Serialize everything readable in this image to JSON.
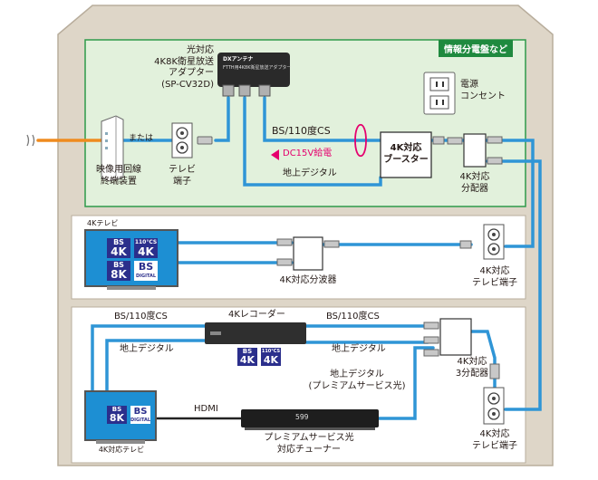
{
  "panel_tag": "情報分電盤など",
  "adapter": {
    "label_lines": [
      "光対応",
      "4K8K衛星放送",
      "アダプター",
      "(SP-CV32D)"
    ],
    "device_brand": "DXアンテナ",
    "device_text": "FTTH用4K8K衛星放送アダプター"
  },
  "outlet_label_lines": [
    "電源",
    "コンセント"
  ],
  "onu_label_lines": [
    "映像用回線",
    "終端装置"
  ],
  "or_text": "または",
  "tv_port_top_label_lines": [
    "テレビ",
    "端子"
  ],
  "bs_cs_label": "BS/110度CS",
  "dc_label": "DC15V給電",
  "terrestrial_label": "地上デジタル",
  "booster_label_lines": [
    "4K対応",
    "ブースター"
  ],
  "splitter_top_label_lines": [
    "4K対応",
    "分配器"
  ],
  "room2": {
    "tv_caption": "4Kテレビ",
    "diplexer_label": "4K対応分波器",
    "port_label_lines": [
      "4K対応",
      "テレビ端子"
    ]
  },
  "room3": {
    "recorder_label": "4Kレコーダー",
    "bs_cs_left": "BS/110度CS",
    "bs_cs_right": "BS/110度CS",
    "terr_left": "地上デジタル",
    "terr_right": "地上デジタル",
    "splitter3_label_lines": [
      "4K対応",
      "3分配器"
    ],
    "premium_label_lines": [
      "地上デジタル",
      "(プレミアムサービス光)"
    ],
    "hdmi_label": "HDMI",
    "tuner_display": "599",
    "tuner_label_lines": [
      "プレミアムサービス光",
      "対応チューナー"
    ],
    "tv_caption": "4K対応テレビ",
    "port_label_lines": [
      "4K対応",
      "テレビ端子"
    ]
  },
  "logos": {
    "bs4k_top": "BS",
    "bs4k_bottom": "4K",
    "cs4k_top": "110°CS",
    "cs4k_bottom": "4K",
    "bs8k_top": "BS",
    "bs8k_bottom": "8K",
    "bs_plain": "BS",
    "bs_sub": "DIGITAL"
  },
  "colors": {
    "house_fill": "#ded6c8",
    "house_stroke": "#b8ad9c",
    "panel_fill": "#e2f1dc",
    "panel_stroke": "#2e9a4a",
    "room_fill": "#ffffff",
    "cable_blue": "#2f95d6",
    "fiber_orange": "#ef8b1f",
    "dc_pink": "#e5006e",
    "screen_blue": "#1d8fd3",
    "logo_navy": "#2b2f8c"
  }
}
